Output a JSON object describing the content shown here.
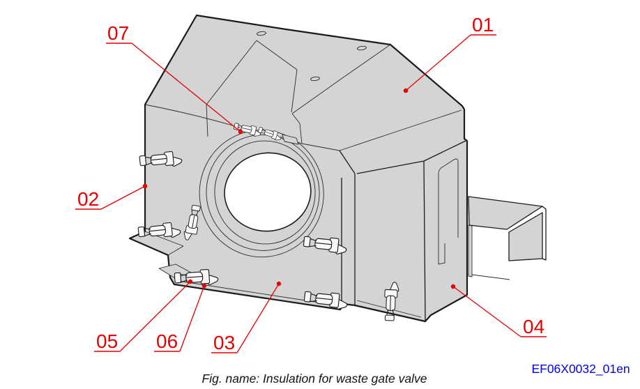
{
  "figure": {
    "caption": "Fig. name: Insulation for waste gate valve",
    "document_code": "EF06X0032_01en"
  },
  "callouts": [
    {
      "label": "01"
    },
    {
      "label": "02"
    },
    {
      "label": "03"
    },
    {
      "label": "04"
    },
    {
      "label": "05"
    },
    {
      "label": "06"
    },
    {
      "label": "07"
    }
  ],
  "colors": {
    "callout_red": "#e60000",
    "document_code_blue": "#0000ee",
    "body_gray": "#d4d4d4",
    "outline_black": "#1a1a1a",
    "background": "#ffffff"
  }
}
